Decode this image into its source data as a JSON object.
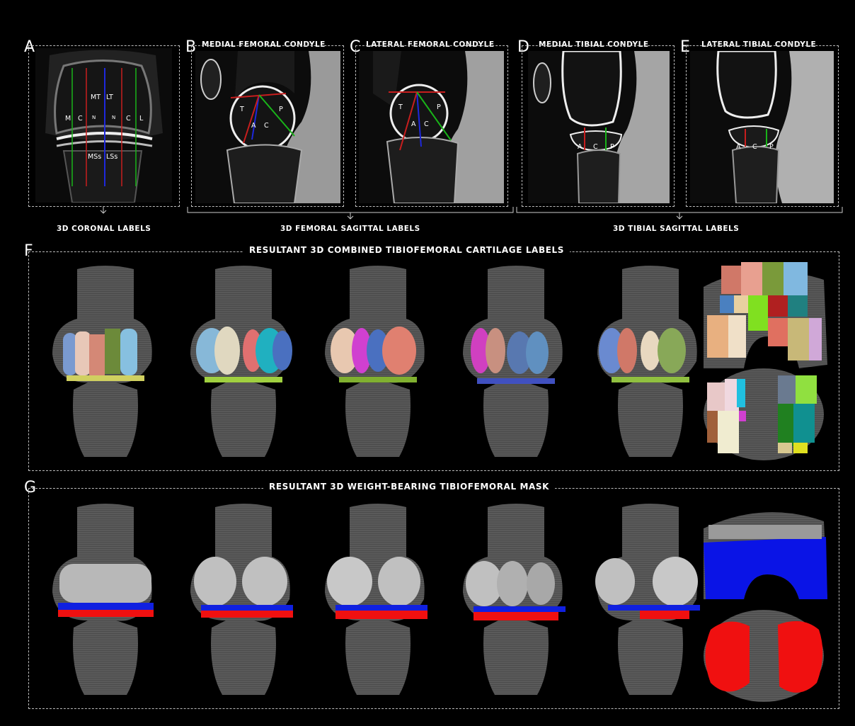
{
  "panels": {
    "A": {
      "letter": "A",
      "title": "",
      "labels": {
        "mt": "MT",
        "lt": "LT",
        "m": "M",
        "c1": "C",
        "n1": "N",
        "n2": "N",
        "c2": "C",
        "l": "L",
        "mss": "MSs",
        "lss": "LSs"
      }
    },
    "B": {
      "letter": "B",
      "title": "MEDIAL FEMORAL CONDYLE",
      "labels": {
        "t": "T",
        "p": "P",
        "a": "A",
        "c": "C"
      }
    },
    "C": {
      "letter": "C",
      "title": "LATERAL FEMORAL CONDYLE",
      "labels": {
        "t": "T",
        "p": "P",
        "a": "A",
        "c": "C"
      }
    },
    "D": {
      "letter": "D",
      "title": "MEDIAL TIBIAL CONDYLE",
      "labels": {
        "a": "A",
        "c": "C",
        "p": "P"
      }
    },
    "E": {
      "letter": "E",
      "title": "LATERAL TIBIAL CONDYLE",
      "labels": {
        "a": "A",
        "c": "C",
        "p": "P"
      }
    }
  },
  "captions": {
    "coronal": "3D CORONAL LABELS",
    "femoral": "3D FEMORAL SAGITTAL LABELS",
    "tibial": "3D TIBIAL SAGITTAL LABELS"
  },
  "sections": {
    "F": {
      "letter": "F",
      "title": "RESULTANT 3D COMBINED TIBIOFEMORAL CARTILAGE LABELS"
    },
    "G": {
      "letter": "G",
      "title": "RESULTANT 3D WEIGHT-BEARING TIBIOFEMORAL MASK"
    }
  },
  "colors": {
    "background": "#000000",
    "line_red": "#c81e1e",
    "line_green": "#19b419",
    "line_blue": "#1e28dc",
    "mask_blue": "#0a14e6",
    "mask_red": "#f01010",
    "bone": "#5a5a5a",
    "dash": "#bbbbbb"
  }
}
